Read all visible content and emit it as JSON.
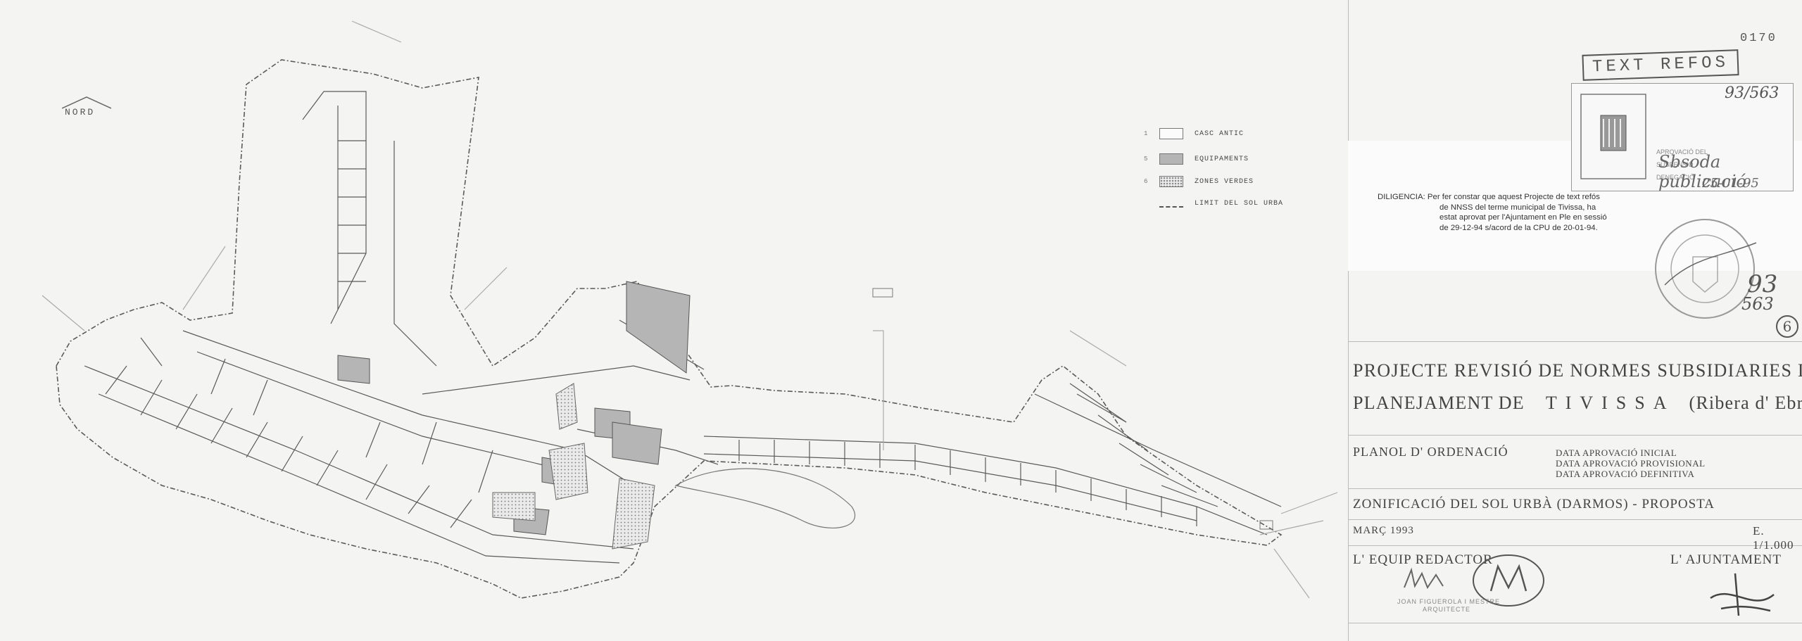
{
  "map": {
    "north_label": "NORD",
    "legend": [
      {
        "num": "1",
        "label": "CASC ANTIC",
        "swatch": "casc"
      },
      {
        "num": "5",
        "label": "EQUIPAMENTS",
        "swatch": "equip"
      },
      {
        "num": "6",
        "label": "ZONES VERDES",
        "swatch": "verdes"
      },
      {
        "num": "",
        "label": "LIMIT DEL SOL URBA",
        "swatch": "limit"
      }
    ],
    "colors": {
      "equipaments": "#b5b5b5",
      "street_line": "#555555",
      "background": "#f4f4f2"
    }
  },
  "title_block": {
    "doc_number": "0170",
    "text_refos": "TEXT REFOS",
    "stamp": {
      "lines": [
        "APROVACIÓ DEL",
        "SUSPENSIÓ",
        "DENEGACIÓ"
      ],
      "handwritten_number": "93/563",
      "handwritten_note": "Sbsoda publicació",
      "handwritten_date": "25-01-95"
    },
    "diligencia": {
      "first": "DILIGENCIA: Per fer constar que aquest Projecte de text refós",
      "rest": [
        "de NNSS del terme municipal de Tivissa, ha",
        "estat aprovat per l'Ajuntament en Ple en sessió",
        "de 29-12-94 s/acord de la CPU de 20-01-94."
      ]
    },
    "margin_notes": {
      "a": "93",
      "b": "563",
      "c": "6"
    },
    "project_title_line1": "PROJECTE REVISIÓ DE NORMES SUBSIDIARIES DE",
    "project_title_line2a": "PLANEJAMENT DE",
    "project_title_town": "TIVISSA",
    "project_title_region": "(Ribera d' Ebre)",
    "planol": "PLANOL D' ORDENACIÓ",
    "dates": [
      "DATA APROVACIÓ INICIAL",
      "DATA APROVACIÓ PROVISIONAL",
      "DATA APROVACIÓ DEFINITIVA"
    ],
    "zonificacio": "ZONIFICACIÓ DEL SOL URBÀ (DARMOS) - PROPOSTA",
    "date": "MARÇ 1993",
    "scale": "E. 1/1.000",
    "equip": "L' EQUIP REDACTOR",
    "ajuntament": "L' AJUNTAMENT",
    "architect": [
      "JOAN FIGUEROLA I MESTRE",
      "ARQUITECTE"
    ]
  }
}
